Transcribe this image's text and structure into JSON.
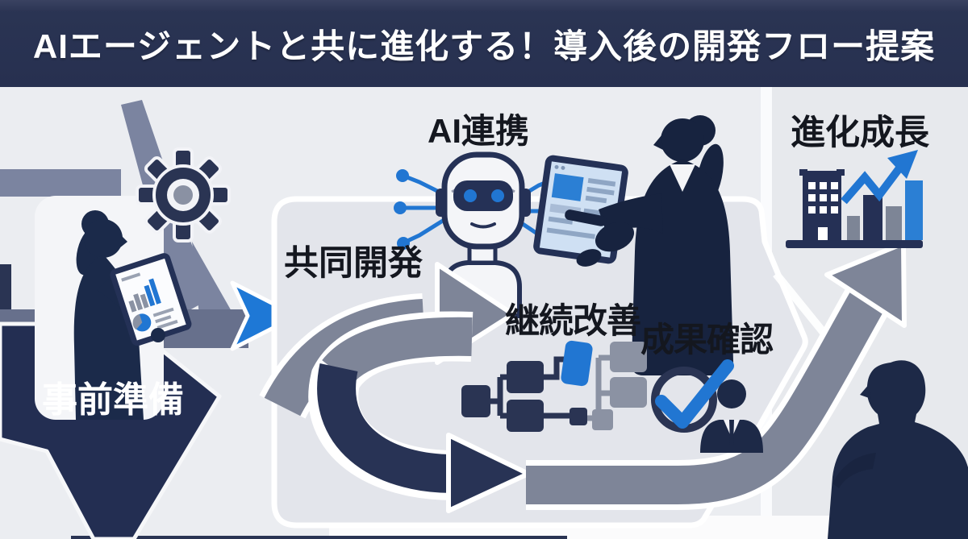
{
  "header": {
    "title": "AIエージェントと共に進化する！導入後の開発フロー提案"
  },
  "flow": {
    "preparation": "事前準備",
    "joint_development": "共同開発",
    "ai_collaboration": "AI連携",
    "continuous_improvement": "継続改善",
    "result_confirmation": "成果確認",
    "evolution_growth": "進化成長"
  },
  "icons": {
    "gear": "gear-icon",
    "robot": "robot-icon",
    "tablet": "tablet-icon",
    "flowchart": "flowchart-icon",
    "check": "check-circle-icon",
    "businessman": "businessman-icon",
    "building_chart": "building-growth-chart-icon"
  },
  "palette": {
    "header_bg": "#2a3453",
    "navy": "#243156",
    "slate_gray": "#7e8598",
    "accent_blue": "#2176d2",
    "panel_gray": "#e3e5eb",
    "panel_white": "#f4f5f8"
  }
}
